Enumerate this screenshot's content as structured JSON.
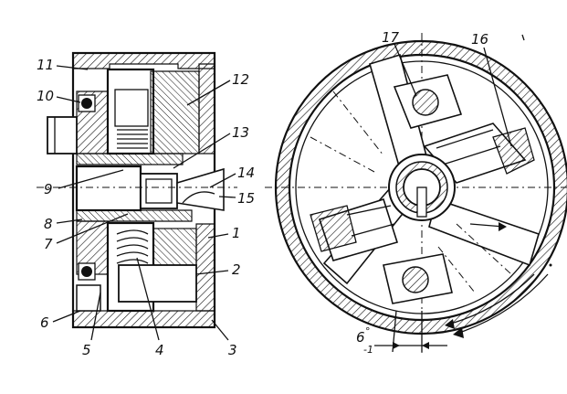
{
  "labels_left": [
    {
      "id": "11",
      "text": "11"
    },
    {
      "id": "10",
      "text": "10"
    },
    {
      "id": "12",
      "text": "12"
    },
    {
      "id": "13",
      "text": "13"
    },
    {
      "id": "9",
      "text": "9"
    },
    {
      "id": "14",
      "text": "14"
    },
    {
      "id": "15",
      "text": "15"
    },
    {
      "id": "8",
      "text": "8"
    },
    {
      "id": "7",
      "text": "7"
    },
    {
      "id": "1",
      "text": "1"
    },
    {
      "id": "2",
      "text": "2"
    },
    {
      "id": "6",
      "text": "6"
    },
    {
      "id": "5",
      "text": "5"
    },
    {
      "id": "4",
      "text": "4"
    },
    {
      "id": "3",
      "text": "3"
    }
  ],
  "labels_right": [
    {
      "id": "17",
      "text": "17"
    },
    {
      "id": "16",
      "text": "16"
    }
  ],
  "angle": {
    "value": "6",
    "degree": "°",
    "tolerance": "-1"
  },
  "colors": {
    "ink": "#111111",
    "paper": "#ffffff"
  }
}
